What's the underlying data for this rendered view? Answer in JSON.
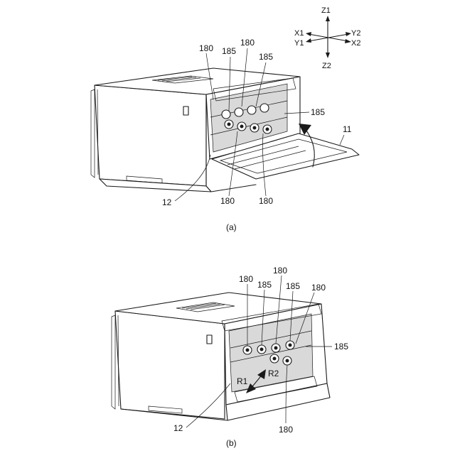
{
  "axes": {
    "z1": "Z1",
    "z2": "Z2",
    "x1": "X1",
    "x2": "X2",
    "y1": "Y1",
    "y2": "Y2"
  },
  "figure_a": {
    "caption": "(a)",
    "labels": {
      "c180_a": "180",
      "c185_a": "185",
      "c180_b": "180",
      "c185_b": "185",
      "c185_right": "185",
      "door": "11",
      "frame": "12",
      "c180_bottom_left": "180",
      "c180_bottom_right": "180"
    }
  },
  "figure_b": {
    "caption": "(b)",
    "labels": {
      "c180_top_a": "180",
      "c180_top_b": "180",
      "c185_a": "185",
      "c185_b": "185",
      "c180_right": "180",
      "c185_right": "185",
      "r1": "R1",
      "r2": "R2",
      "frame": "12",
      "c180_bottom": "180"
    }
  }
}
